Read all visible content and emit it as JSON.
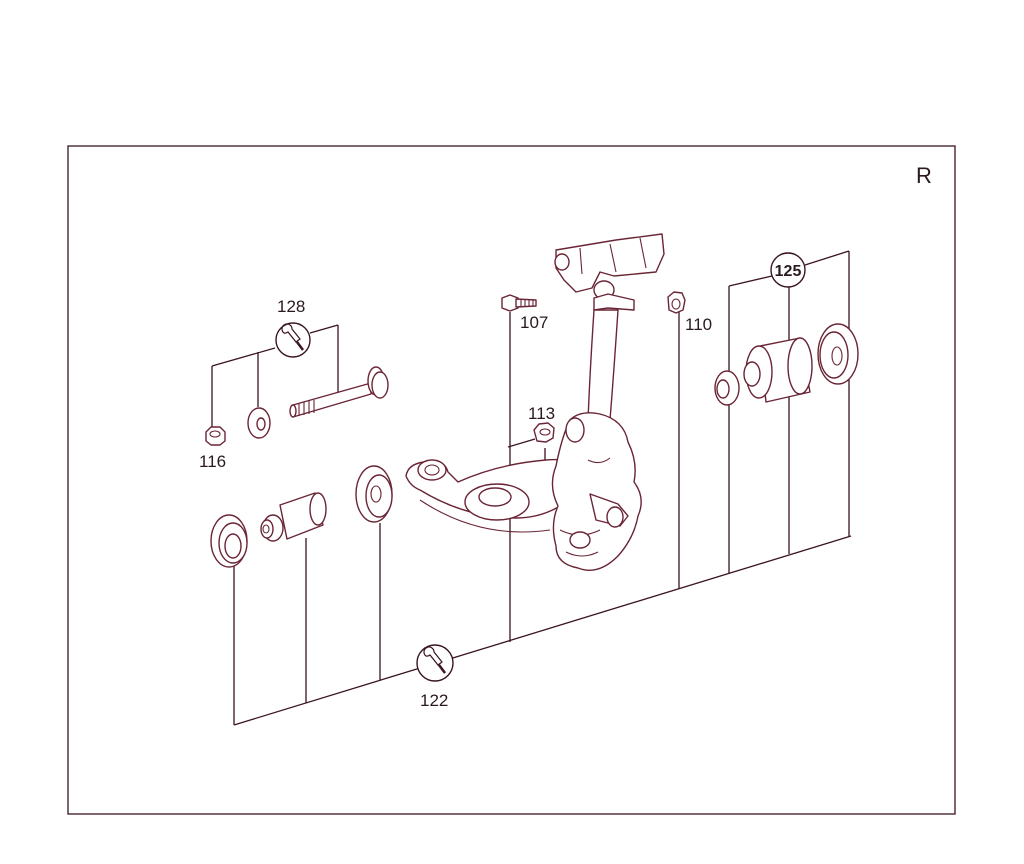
{
  "corner_label": "R",
  "callouts": {
    "c107": "107",
    "c110": "110",
    "c113": "113",
    "c116": "116",
    "c122": "122",
    "c125": "125",
    "c128": "128"
  },
  "colors": {
    "frame": "#3a1420",
    "parts": "#6a2535",
    "background": "#ffffff"
  }
}
